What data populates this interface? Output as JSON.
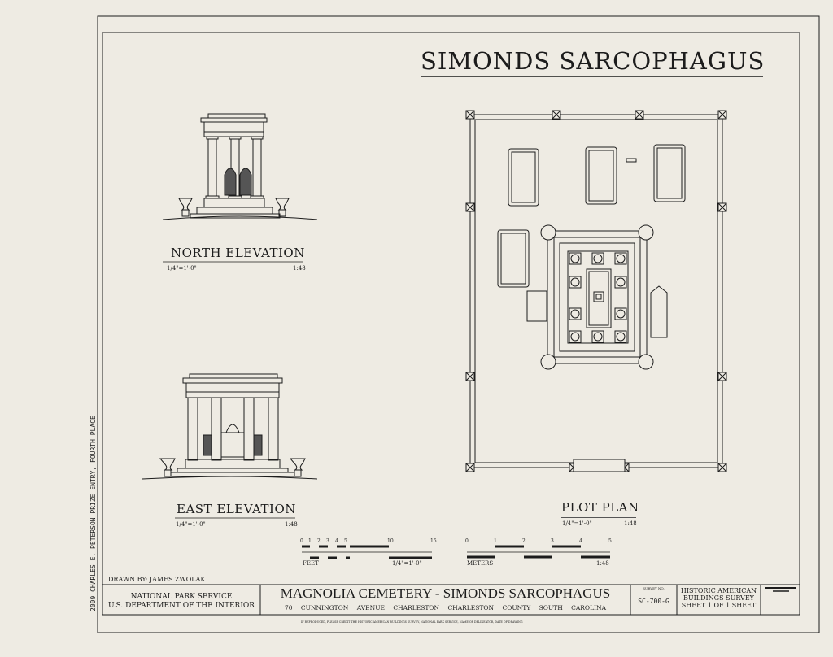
{
  "sheet_title": "SIMONDS SARCOPHAGUS",
  "drawings": {
    "north_elevation": {
      "title": "NORTH ELEVATION",
      "scale_imperial": "1/4\"=1'-0\"",
      "scale_ratio": "1:48"
    },
    "east_elevation": {
      "title": "EAST ELEVATION",
      "scale_imperial": "1/4\"=1'-0\"",
      "scale_ratio": "1:48"
    },
    "plot_plan": {
      "title": "PLOT PLAN",
      "scale_imperial": "1/4\"=1'-0\"",
      "scale_ratio": "1:48"
    }
  },
  "scale_bars": {
    "feet": {
      "label": "FEET",
      "ticks": [
        "0",
        "1",
        "2",
        "3",
        "4",
        "5",
        "10",
        "15"
      ],
      "scale": "1/4\"=1'-0\""
    },
    "meters": {
      "label": "METERS",
      "ticks": [
        "0",
        "1",
        "2",
        "3",
        "4",
        "5"
      ],
      "scale": "1:48"
    }
  },
  "drawn_by": "DRAWN BY: JAMES ZWOLAK",
  "prize_note": "2009 CHARLES E. PETERSON PRIZE ENTRY, FOURTH PLACE",
  "title_block": {
    "agency_line1": "NATIONAL PARK SERVICE",
    "agency_line2": "U.S. DEPARTMENT OF THE INTERIOR",
    "project_title": "MAGNOLIA CEMETERY - SIMONDS SARCOPHAGUS",
    "address": [
      "70 CUNNINGTON AVENUE",
      "CHARLESTON",
      "CHARLESTON COUNTY",
      "SOUTH CAROLINA"
    ],
    "survey_no_label": "SURVEY NO.",
    "survey_no": "SC-700-G",
    "habs_line1": "HISTORIC AMERICAN",
    "habs_line2": "BUILDINGS SURVEY",
    "sheet": "SHEET 1 OF 1  SHEET"
  },
  "credit_line": "IF REPRODUCED, PLEASE CREDIT THE HISTORIC AMERICAN BUILDINGS SURVEY, NATIONAL PARK SERVICE, NAME OF DELINEATOR, DATE OF DRAWING",
  "colors": {
    "paper": "#eeebe3",
    "ink": "#1c1c1c"
  }
}
